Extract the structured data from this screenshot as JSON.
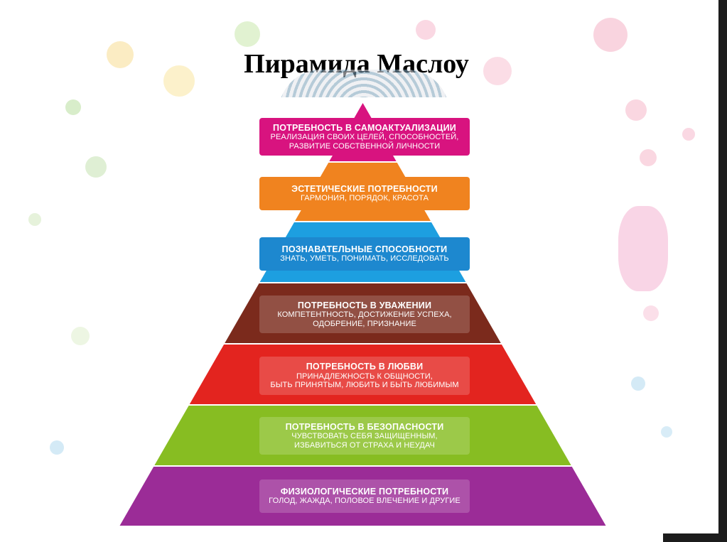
{
  "slide": {
    "title": "Пирамида Маслоу"
  },
  "colors": {
    "tier1": "#d8137f",
    "tier2": "#f0831f",
    "tier3": "#1d9fe0",
    "tier4": "#7b2a1c",
    "tier5": "#e3241f",
    "tier6": "#87bd22",
    "tier7": "#9b2c97"
  },
  "pyramid": {
    "tiers": [
      {
        "title": "ПОТРЕБНОСТЬ В САМОАКТУАЛИЗАЦИИ",
        "lines": [
          "РЕАЛИЗАЦИЯ СВОИХ ЦЕЛЕЙ, СПОСОБНОСТЕЙ,",
          "РАЗВИТИЕ СОБСТВЕННОЙ ЛИЧНОСТИ"
        ]
      },
      {
        "title": "ЭСТЕТИЧЕСКИЕ ПОТРЕБНОСТИ",
        "lines": [
          "ГАРМОНИЯ, ПОРЯДОК, КРАСОТА"
        ]
      },
      {
        "title": "ПОЗНАВАТЕЛЬНЫЕ СПОСОБНОСТИ",
        "lines": [
          "ЗНАТЬ, УМЕТЬ, ПОНИМАТЬ, ИССЛЕДОВАТЬ"
        ]
      },
      {
        "title": "ПОТРЕБНОСТЬ В УВАЖЕНИИ",
        "lines": [
          "КОМПЕТЕНТНОСТЬ, ДОСТИЖЕНИЕ УСПЕХА,",
          "ОДОБРЕНИЕ, ПРИЗНАНИЕ"
        ]
      },
      {
        "title": "ПОТРЕБНОСТЬ В ЛЮБВИ",
        "lines": [
          "ПРИНАДЛЕЖНОСТЬ К ОБЩНОСТИ,",
          "БЫТЬ ПРИНЯТЫМ, ЛЮБИТЬ И БЫТЬ ЛЮБИМЫМ"
        ]
      },
      {
        "title": "ПОТРЕБНОСТЬ В БЕЗОПАСНОСТИ",
        "lines": [
          "ЧУВСТВОВАТЬ СЕБЯ ЗАЩИЩЕННЫМ,",
          "ИЗБАВИТЬСЯ ОТ СТРАХА И НЕУДАЧ"
        ]
      },
      {
        "title": "ФИЗИОЛОГИЧЕСКИЕ ПОТРЕБНОСТИ",
        "lines": [
          "ГОЛОД, ЖАЖДА, ПОЛОВОЕ ВЛЕЧЕНИЕ И ДРУГИЕ"
        ]
      }
    ]
  }
}
